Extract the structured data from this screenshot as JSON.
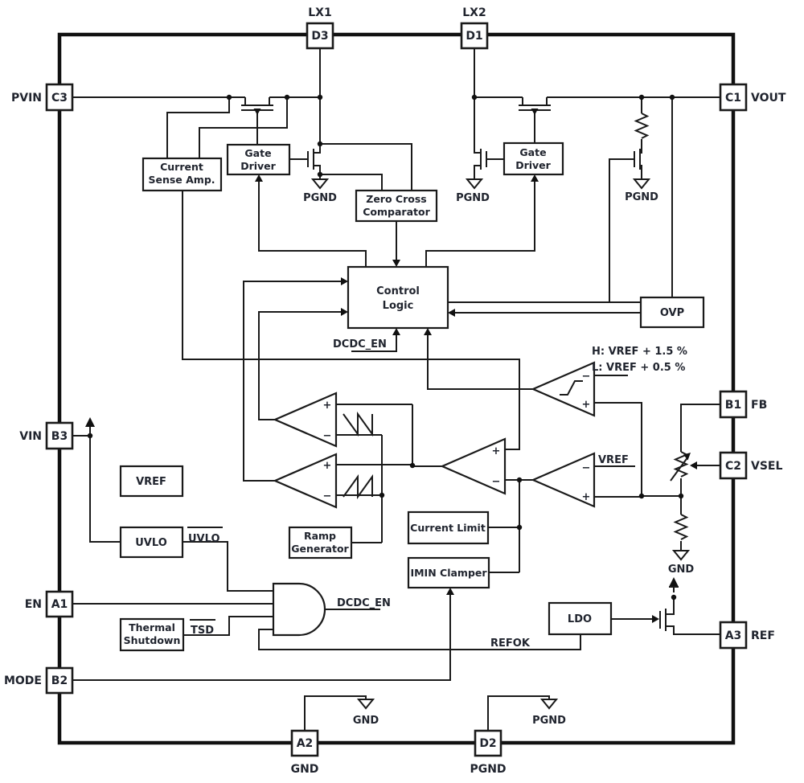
{
  "pins": {
    "d3": {
      "pad": "D3",
      "name": "LX1"
    },
    "d1": {
      "pad": "D1",
      "name": "LX2"
    },
    "c3": {
      "pad": "C3",
      "name": "PVIN"
    },
    "b3": {
      "pad": "B3",
      "name": "VIN"
    },
    "a1": {
      "pad": "A1",
      "name": "EN"
    },
    "b2": {
      "pad": "B2",
      "name": "MODE"
    },
    "c1": {
      "pad": "C1",
      "name": "VOUT"
    },
    "b1": {
      "pad": "B1",
      "name": "FB"
    },
    "c2": {
      "pad": "C2",
      "name": "VSEL"
    },
    "a3": {
      "pad": "A3",
      "name": "REF"
    },
    "a2": {
      "pad": "A2",
      "name": "GND"
    },
    "d2": {
      "pad": "D2",
      "name": "PGND"
    }
  },
  "blocks": {
    "current_sense": {
      "line1": "Current",
      "line2": "Sense Amp."
    },
    "gate_driver1": {
      "line1": "Gate",
      "line2": "Driver"
    },
    "gate_driver2": {
      "line1": "Gate",
      "line2": "Driver"
    },
    "zero_cross": {
      "line1": "Zero Cross",
      "line2": "Comparator"
    },
    "control_logic": {
      "line1": "Control",
      "line2": "Logic"
    },
    "ovp": {
      "label": "OVP"
    },
    "vref": {
      "label": "VREF"
    },
    "uvlo": {
      "label": "UVLO"
    },
    "ramp": {
      "line1": "Ramp",
      "line2": "Generator"
    },
    "current_limit": {
      "label": "Current Limit"
    },
    "imin_clamper": {
      "label": "IMIN Clamper"
    },
    "thermal": {
      "line1": "Thermal",
      "line2": "Shutdown"
    },
    "ldo": {
      "label": "LDO"
    }
  },
  "signals": {
    "dcdc_en": "DCDC_EN",
    "refok": "REFOK",
    "uvlo_bar": "UVLO",
    "tsd_bar": "TSD",
    "vref": "VREF",
    "hyst_high": "H: VREF + 1.5 %",
    "hyst_low": "L: VREF + 0.5 %",
    "pgnd": "PGND",
    "gnd": "GND",
    "plus": "+",
    "minus": "−"
  }
}
